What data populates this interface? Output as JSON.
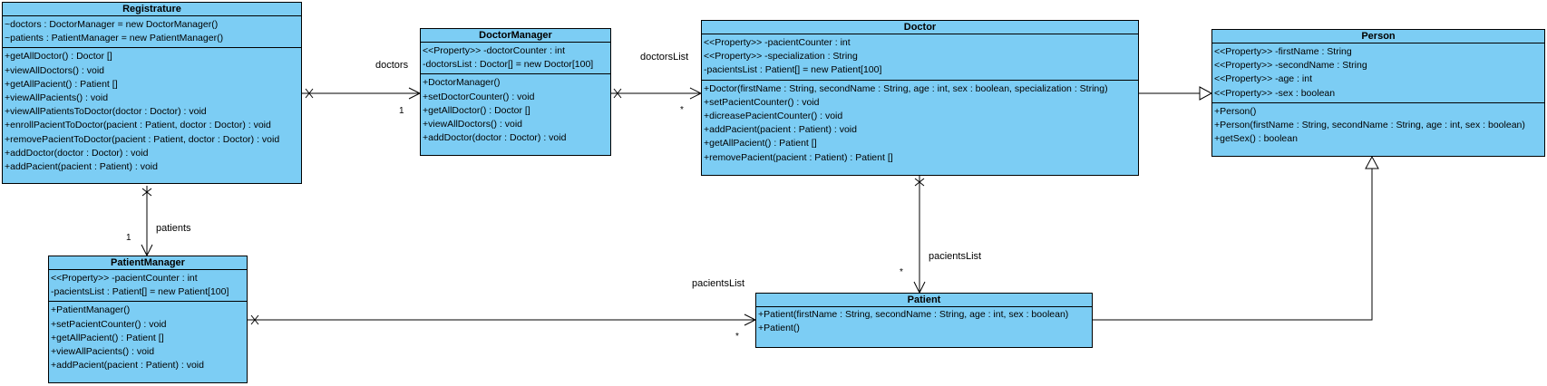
{
  "colors": {
    "class_fill": "#7ccdf4",
    "border": "#000000",
    "line": "#000000"
  },
  "classes": {
    "registrature": {
      "name": "Registrature",
      "attributes": [
        "~doctors : DoctorManager = new DoctorManager()",
        "~patients : PatientManager = new PatientManager()"
      ],
      "operations": [
        "+getAllDoctor() : Doctor []",
        "+viewAllDoctors() : void",
        "+getAllPacient() : Patient []",
        "+viewAllPacients() : void",
        "+viewAllPatientsToDoctor(doctor : Doctor) : void",
        "+enrollPacientToDoctor(pacient : Patient, doctor : Doctor) : void",
        "+removePacientToDoctor(pacient : Patient, doctor : Doctor) : void",
        "+addDoctor(doctor : Doctor) : void",
        "+addPacient(pacient : Patient) : void"
      ]
    },
    "doctor_manager": {
      "name": "DoctorManager",
      "attributes": [
        "<<Property>> -doctorCounter : int",
        "-doctorsList : Doctor[] = new Doctor[100]"
      ],
      "operations": [
        "+DoctorManager()",
        "+setDoctorCounter() : void",
        "+getAllDoctor() : Doctor []",
        "+viewAllDoctors() : void",
        "+addDoctor(doctor : Doctor) : void"
      ]
    },
    "doctor": {
      "name": "Doctor",
      "attributes": [
        "<<Property>> -pacientCounter : int",
        "<<Property>> -specialization : String",
        "-pacientsList : Patient[] = new Patient[100]"
      ],
      "operations": [
        "+Doctor(firstName : String, secondName : String, age : int, sex : boolean, specialization : String)",
        "+setPacientCounter() : void",
        "+dicreasePacientCounter() : void",
        "+addPacient(pacient : Patient) : void",
        "+getAllPacient() : Patient []",
        "+removePacient(pacient : Patient) : Patient []"
      ]
    },
    "person": {
      "name": "Person",
      "attributes": [
        "<<Property>> -firstName : String",
        "<<Property>> -secondName : String",
        "<<Property>> -age : int",
        "<<Property>> -sex : boolean"
      ],
      "operations": [
        "+Person()",
        "+Person(firstName : String, secondName : String, age : int, sex : boolean)",
        "+getSex() : boolean"
      ]
    },
    "patient_manager": {
      "name": "PatientManager",
      "attributes": [
        "<<Property>> -pacientCounter : int",
        "-pacientsList : Patient[] = new Patient[100]"
      ],
      "operations": [
        "+PatientManager()",
        "+setPacientCounter() : void",
        "+getAllPacient() : Patient []",
        "+viewAllPacients() : void",
        "+addPacient(pacient : Patient) : void"
      ]
    },
    "patient": {
      "name": "Patient",
      "attributes": [],
      "operations": [
        "+Patient(firstName : String, secondName : String, age : int, sex : boolean)",
        "+Patient()"
      ]
    }
  },
  "associations": {
    "doctors": {
      "role": "doctors",
      "multiplicity": "1"
    },
    "patients": {
      "role": "patients",
      "multiplicity": "1"
    },
    "doctors_list": {
      "role": "doctorsList",
      "multiplicity": "*"
    },
    "pacients_list_doctor": {
      "role": "pacientsList",
      "multiplicity": "*"
    },
    "pacients_list_manager": {
      "role": "pacientsList",
      "multiplicity": "*"
    }
  }
}
